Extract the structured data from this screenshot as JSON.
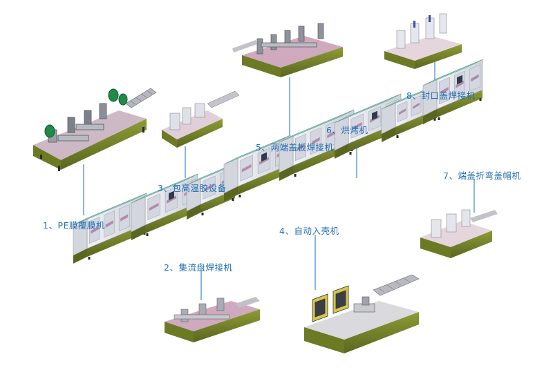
{
  "labels": {
    "m1": "1、PE膜覆膜机",
    "m2": "2、集流盘焊接机",
    "m3": "3、包高温胶设备",
    "m4": "4、自动入壳机",
    "m5": "5、两端盖板焊接机",
    "m6": "6、烘烤机",
    "m7": "7、端盖折弯盖帽机",
    "m8": "8、封口盖焊接机"
  },
  "colors": {
    "label": "#1f6fb2",
    "leader": "#3b86c4",
    "base_green": "#7d8a2c",
    "base_dark": "#4f5a18",
    "cabinet_top": "#8fcfc2",
    "cabinet_body": "#e9e9ee",
    "frame_pink": "#d9b9c9",
    "line_gray": "#6a6a70"
  }
}
